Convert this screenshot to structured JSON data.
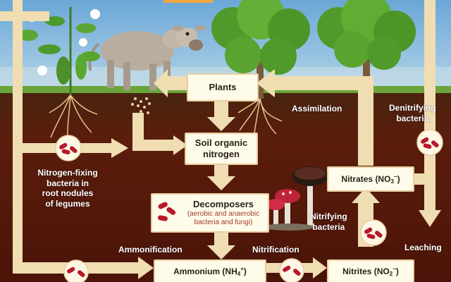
{
  "boxes": {
    "plants": "Plants",
    "soil_organic_nitrogen_line1": "Soil organic",
    "soil_organic_nitrogen_line2": "nitrogen",
    "decomposers": "Decomposers",
    "decomposers_note_line1": "(aerobic and anaerobic",
    "decomposers_note_line2": "bacteria and fungi)",
    "nitrates_prefix": "Nitrates (NO",
    "nitrates_sub": "3",
    "nitrates_sup": "−",
    "nitrates_suffix": ")",
    "nitrites_prefix": "Nitrites (NO",
    "nitrites_sub": "2",
    "nitrites_sup": "−",
    "nitrites_suffix": ")",
    "ammonium_prefix": "Ammonium (NH",
    "ammonium_sub": "4",
    "ammonium_sup": "+",
    "ammonium_suffix": ")"
  },
  "labels": {
    "assimilation": "Assimilation",
    "denitrifying_line1": "Denitrifying",
    "denitrifying_line2": "bacteria",
    "nitrogen_fixing_line1": "Nitrogen-fixing",
    "nitrogen_fixing_line2": "bacteria in",
    "nitrogen_fixing_line3": "root nodules",
    "nitrogen_fixing_line4": "of legumes",
    "nitrifying_line1": "Nitrifying",
    "nitrifying_line2": "bacteria",
    "ammonification": "Ammonification",
    "nitrification": "Nitrification",
    "leaching": "Leaching"
  },
  "colors": {
    "sky": "#7fb6dc",
    "soil": "#5a1a0c",
    "arrow": "#f0ddb2",
    "box_fill": "#fffbea",
    "bacteria": "#b8192a",
    "grass": "#5c9a2e"
  }
}
